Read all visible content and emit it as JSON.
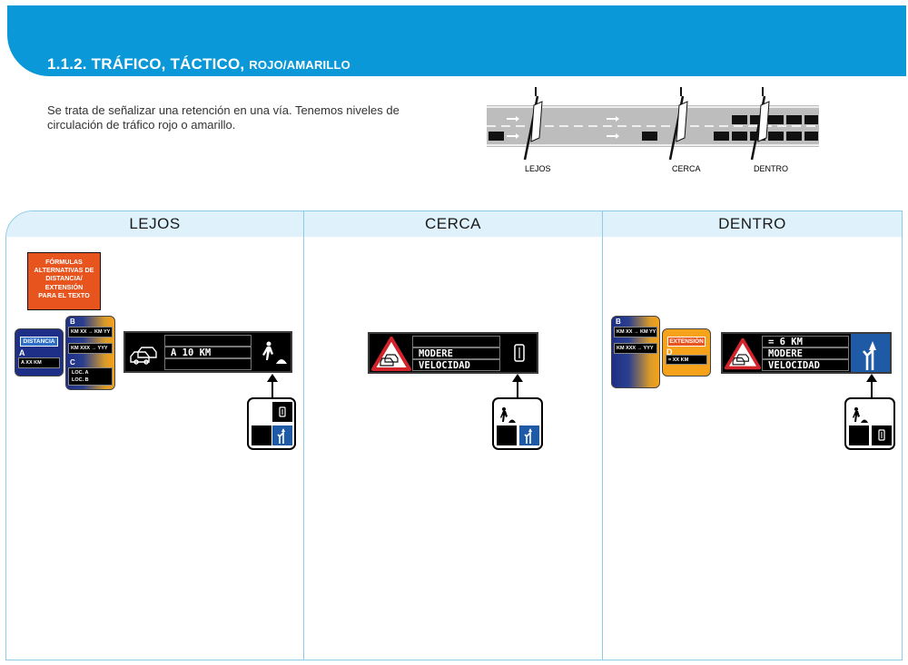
{
  "header": {
    "section_number": "1.1.2.",
    "title_main": "TRÁFICO, TÁCTICO,",
    "title_sub": "ROJO/AMARILLO"
  },
  "intro_text": "Se trata de señalizar una retención en una vía. Tenemos niveles de circulación de tráfico rojo o amarillo.",
  "road_diagram": {
    "labels": [
      "LEJOS",
      "CERCA",
      "DENTRO"
    ]
  },
  "columns": [
    {
      "title": "LEJOS"
    },
    {
      "title": "CERCA"
    },
    {
      "title": "DENTRO"
    }
  ],
  "lejos": {
    "formula_box": [
      "FÓRMULAS",
      "ALTERNATIVAS DE",
      "DISTANCIA/",
      "EXTENSIÓN",
      "PARA EL TEXTO"
    ],
    "box_a": {
      "tag": "DISTANCIA",
      "letter": "A",
      "value": "A XX KM"
    },
    "box_b": {
      "letter": "B",
      "line1": "KM XX → KM YY",
      "line2": "KM XXX → YYY"
    },
    "box_c": {
      "letter": "C",
      "line1": "LOC. A",
      "line2": "LOC. B"
    },
    "panel": {
      "line1": "",
      "line2": "A 10 KM",
      "line3": ""
    }
  },
  "cerca": {
    "panel": {
      "line1": "",
      "line2": "MODERE",
      "line3": "VELOCIDAD"
    }
  },
  "dentro": {
    "box_b": {
      "letter": "B",
      "line1": "KM XX → KM YY",
      "line2": "KM XXX → YYY"
    },
    "box_d": {
      "tag": "EXTENSIÓN",
      "letter": "D",
      "value": "= XX KM"
    },
    "panel": {
      "line1": "= 6 KM",
      "line2": "MODERE",
      "line3": "VELOCIDAD"
    }
  },
  "colors": {
    "brand_blue": "#0a98d8",
    "column_head_bg": "#dff1fa",
    "orange": "#e8541e",
    "sign_blue": "#1f5aa6",
    "sign_red": "#d2232a",
    "amber": "#f6a21a"
  },
  "icons": [
    "traffic-jam-icon",
    "roadwork-icon",
    "warning-triangle-jam-icon",
    "lane-merge-icon",
    "tunnel-door-icon"
  ]
}
